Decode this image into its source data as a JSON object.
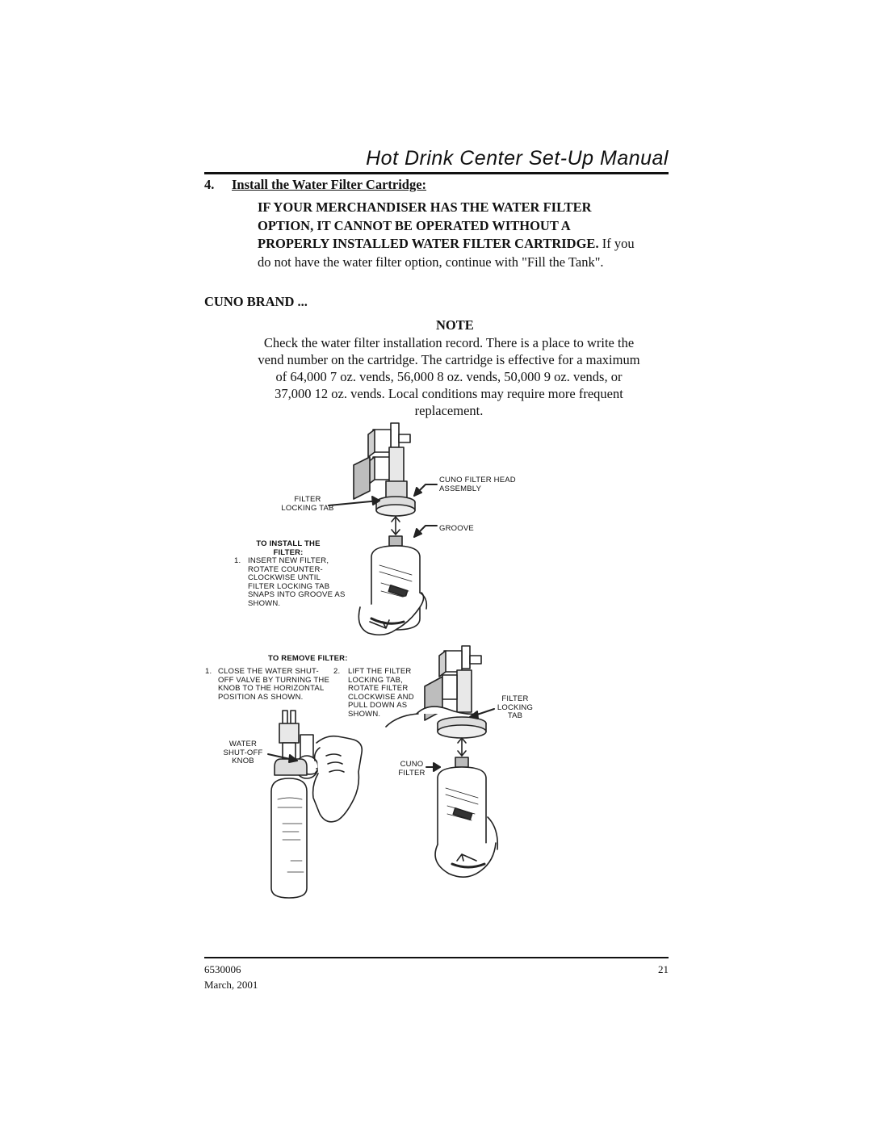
{
  "header": {
    "title": "Hot Drink Center Set-Up Manual"
  },
  "step": {
    "number": "4.",
    "title": "Install the Water Filter Cartridge:"
  },
  "warning": {
    "bold": "IF YOUR MERCHANDISER HAS THE WATER FILTER OPTION, IT CANNOT BE OPERATED WITHOUT A PROPERLY INSTALLED WATER FILTER CARTRIDGE.",
    "text": "If you do not have the water filter option, continue with \"Fill the Tank\"."
  },
  "section": {
    "title": "CUNO BRAND ..."
  },
  "note": {
    "title": "NOTE",
    "body": "Check the water filter installation record. There is a place to write the vend number on the cartridge. The cartridge is effective for a maximum of 64,000 7 oz. vends, 56,000 8 oz. vends, 50,000 9 oz. vends, or 37,000 12 oz. vends. Local conditions may require more frequent replacement."
  },
  "figure": {
    "labels": {
      "cuno_filter_head": "CUNO FILTER HEAD ASSEMBLY",
      "filter_locking_tab": "FILTER LOCKING TAB",
      "groove": "GROOVE",
      "install_title": "TO INSTALL THE FILTER:",
      "install_step_num": "1.",
      "install_step": "INSERT NEW FILTER, ROTATE COUNTER-CLOCKWISE UNTIL FILTER LOCKING TAB SNAPS INTO GROOVE AS SHOWN.",
      "remove_title": "TO REMOVE FILTER:",
      "remove_step1_num": "1.",
      "remove_step1": "CLOSE THE WATER SHUT-OFF VALVE BY TURNING THE KNOB TO THE HORIZONTAL POSITION AS SHOWN.",
      "remove_step2_num": "2.",
      "remove_step2": "LIFT THE FILTER LOCKING TAB, ROTATE FILTER CLOCKWISE AND PULL DOWN AS SHOWN.",
      "filter_locking_tab_2": "FILTER LOCKING TAB",
      "water_shutoff_knob": "WATER SHUT-OFF KNOB",
      "cuno_filter": "CUNO FILTER"
    }
  },
  "footer": {
    "doc_number": "6530006",
    "page": "21",
    "date": "March, 2001"
  }
}
